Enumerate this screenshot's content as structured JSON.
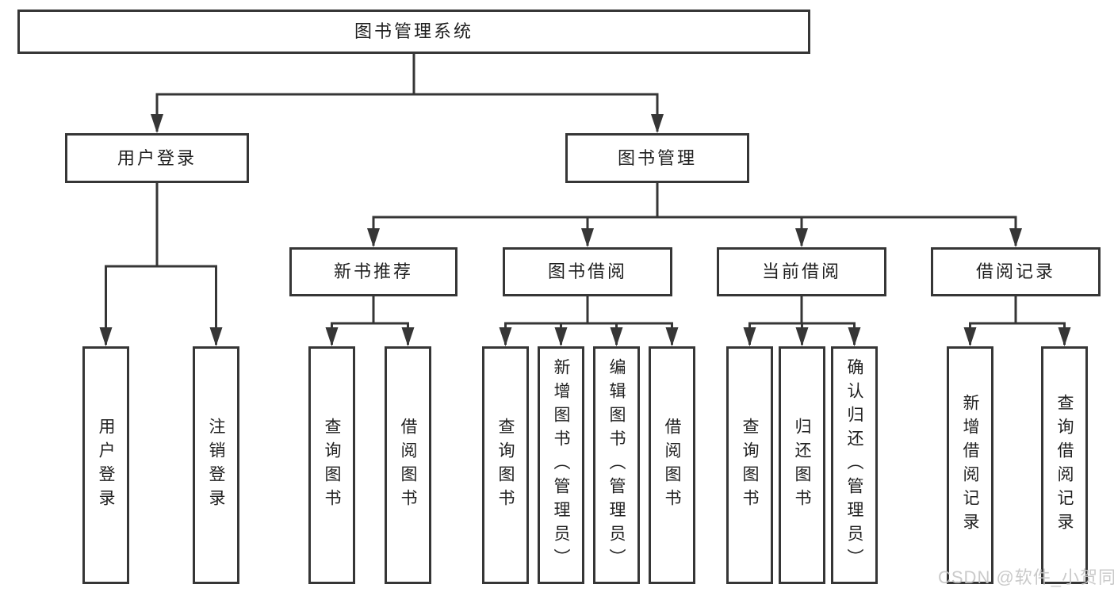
{
  "tree": {
    "label": "图书管理系统",
    "children": [
      {
        "label": "用户登录",
        "children": [
          {
            "label": "用户登录"
          },
          {
            "label": "注销登录"
          }
        ]
      },
      {
        "label": "图书管理",
        "children": [
          {
            "label": "新书推荐",
            "children": [
              {
                "label": "查询图书"
              },
              {
                "label": "借阅图书"
              }
            ]
          },
          {
            "label": "图书借阅",
            "children": [
              {
                "label": "查询图书"
              },
              {
                "label": "新增图书（管理员）"
              },
              {
                "label": "编辑图书（管理员）"
              },
              {
                "label": "借阅图书"
              }
            ]
          },
          {
            "label": "当前借阅",
            "children": [
              {
                "label": "查询图书"
              },
              {
                "label": "归还图书"
              },
              {
                "label": "确认归还（管理员）"
              }
            ]
          },
          {
            "label": "借阅记录",
            "children": [
              {
                "label": "新增借阅记录"
              },
              {
                "label": "查询借阅记录"
              }
            ]
          }
        ]
      }
    ]
  },
  "watermark": {
    "text": "CSDN @软件_小贺同学"
  },
  "colors": {
    "line": "#363636",
    "text": "#1f1f1f",
    "watermark": "#c6c6c6",
    "background": "#ffffff"
  }
}
